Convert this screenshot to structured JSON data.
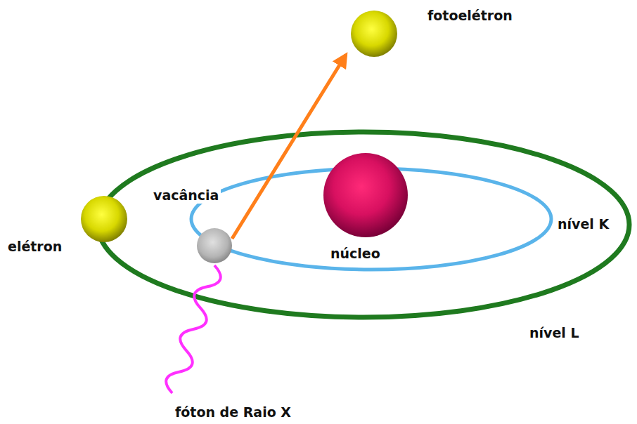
{
  "diagram": {
    "labels": [
      "fotoelétron",
      "vacância",
      "elétron",
      "núcleo",
      "nível K",
      "nível L",
      "fóton de Raio X"
    ]
  }
}
